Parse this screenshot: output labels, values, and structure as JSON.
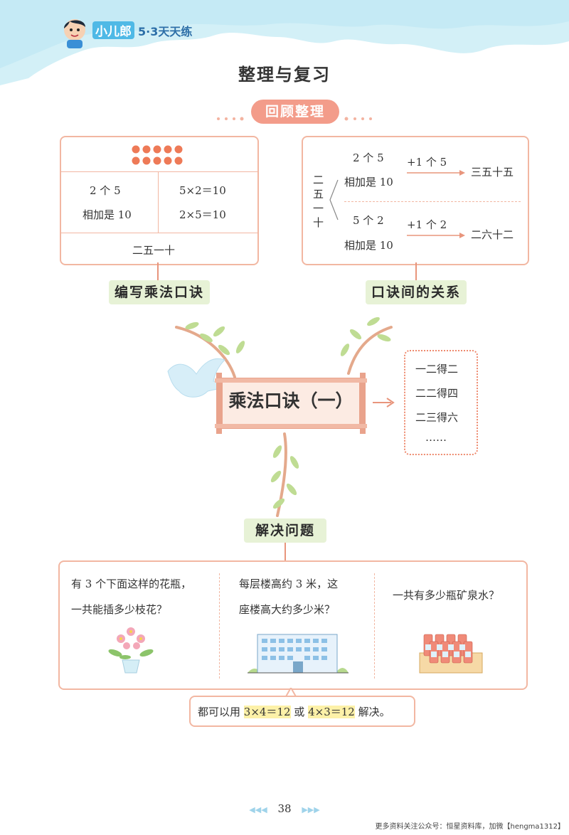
{
  "header": {
    "brand": "小儿郎",
    "series": "5·3天天练"
  },
  "page_title": "整理与复习",
  "section_tag": "回顾整理",
  "left_card": {
    "cells": {
      "a_line1": "2 个 5",
      "a_line2": "相加是 10",
      "b_line1": "5×2＝10",
      "b_line2": "2×5＝10"
    },
    "footer": "二五一十",
    "caption": "编写乘法口诀"
  },
  "right_card": {
    "stack": [
      "二",
      "五",
      "一",
      "十"
    ],
    "top": {
      "line1": "2 个 5",
      "line2": "相加是 10",
      "arrow": "+1 个 5",
      "result": "三五十五"
    },
    "bottom": {
      "line1": "5 个 2",
      "line2": "相加是 10",
      "arrow": "+1 个 2",
      "result": "二六十二"
    },
    "caption": "口诀间的关系"
  },
  "center": {
    "title": "乘法口诀（一）",
    "list": [
      "一二得二",
      "二二得四",
      "二三得六",
      "……"
    ]
  },
  "problems": {
    "caption": "解决问题",
    "items": [
      {
        "line1": "有 3 个下面这样的花瓶，",
        "line2": "一共能插多少枝花？"
      },
      {
        "line1": "每层楼高约 3 米，这",
        "line2": "座楼高大约多少米？"
      },
      {
        "line1": "一共有多少瓶矿泉水？",
        "line2": ""
      }
    ],
    "solution": {
      "prefix": "都可以用 ",
      "expr1": "3×4＝12",
      "mid": " 或 ",
      "expr2": "4×3＝12",
      "suffix": " 解决。"
    }
  },
  "footer": {
    "page_number": "38",
    "arrows_left": "◀◀◀",
    "arrows_right": "▶▶▶",
    "note": "更多资料关注公众号：恒星资料库，加微【hengma1312】"
  },
  "colors": {
    "accent": "#e8957c",
    "green_label": "#e7f2d6",
    "header_sky": "#cdeef6",
    "dots": "#ee7a57"
  }
}
